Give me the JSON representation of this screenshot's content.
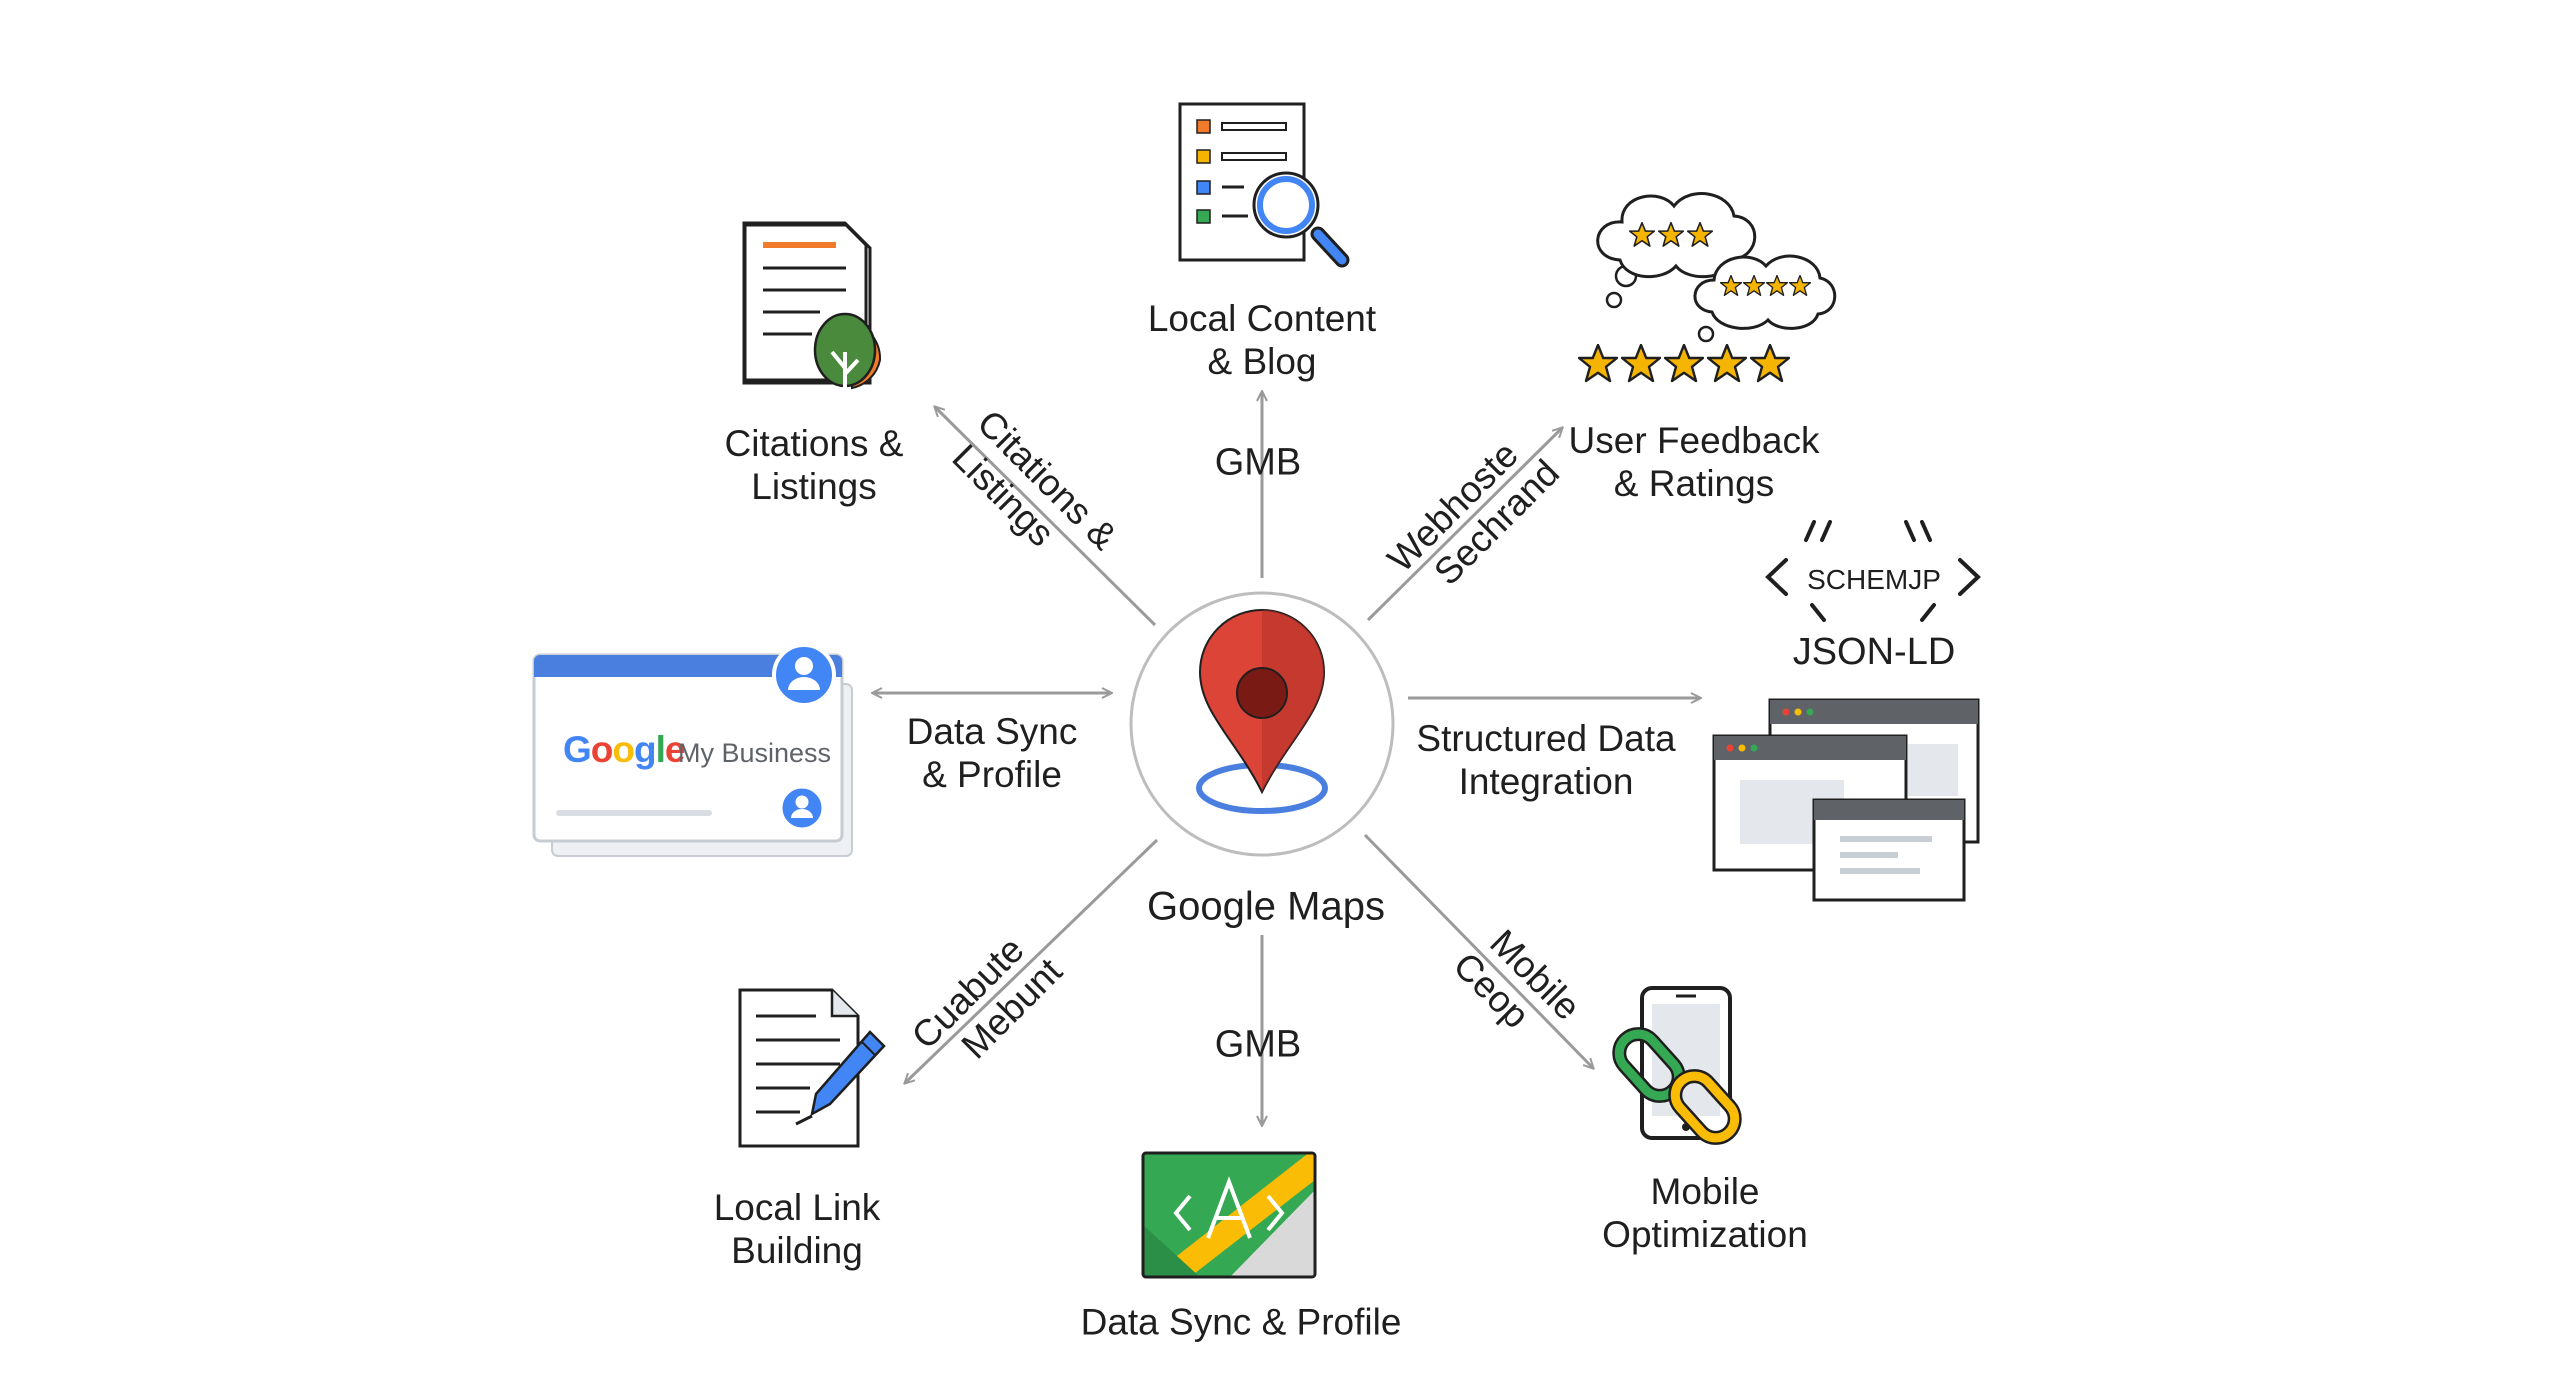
{
  "center": {
    "label": "Google Maps"
  },
  "nodes": {
    "local_content": {
      "lines": [
        "Local Content",
        "& Blog"
      ]
    },
    "citations": {
      "lines": [
        "Citations &",
        "Listings"
      ]
    },
    "user_feedback": {
      "lines": [
        "User Feedback",
        "& Ratings"
      ]
    },
    "gmb_profile": {
      "lines": [
        "Data Sync",
        "& Profile"
      ],
      "logo_google": "Google",
      "logo_suffix": "My Business"
    },
    "structured_data": {
      "lines": [
        "Structured Data",
        "Integration"
      ],
      "code_tag": "SCHEMJP",
      "format": "JSON-LD"
    },
    "local_link": {
      "lines": [
        "Local Link",
        "Building"
      ]
    },
    "data_sync_bottom": {
      "label": "Data Sync & Profile"
    },
    "mobile": {
      "lines": [
        "Mobile",
        "Optimization"
      ]
    }
  },
  "arrow_labels": {
    "top": "GMB",
    "bottom": "GMB",
    "upper_left": [
      "Citations &",
      "Listings"
    ],
    "upper_right": [
      "Webhoste",
      "Sechrand"
    ],
    "lower_left": [
      "Cuabute",
      "Mebunt"
    ],
    "lower_right": [
      "Mobile",
      "Ceop"
    ]
  },
  "colors": {
    "pin_red": "#db4437",
    "google_blue": "#4285f4",
    "google_green": "#34a853",
    "google_yellow": "#fbbc05",
    "orange": "#f07b2a",
    "arrow_gray": "#9a9a9a",
    "star_gold": "#f5b400"
  }
}
